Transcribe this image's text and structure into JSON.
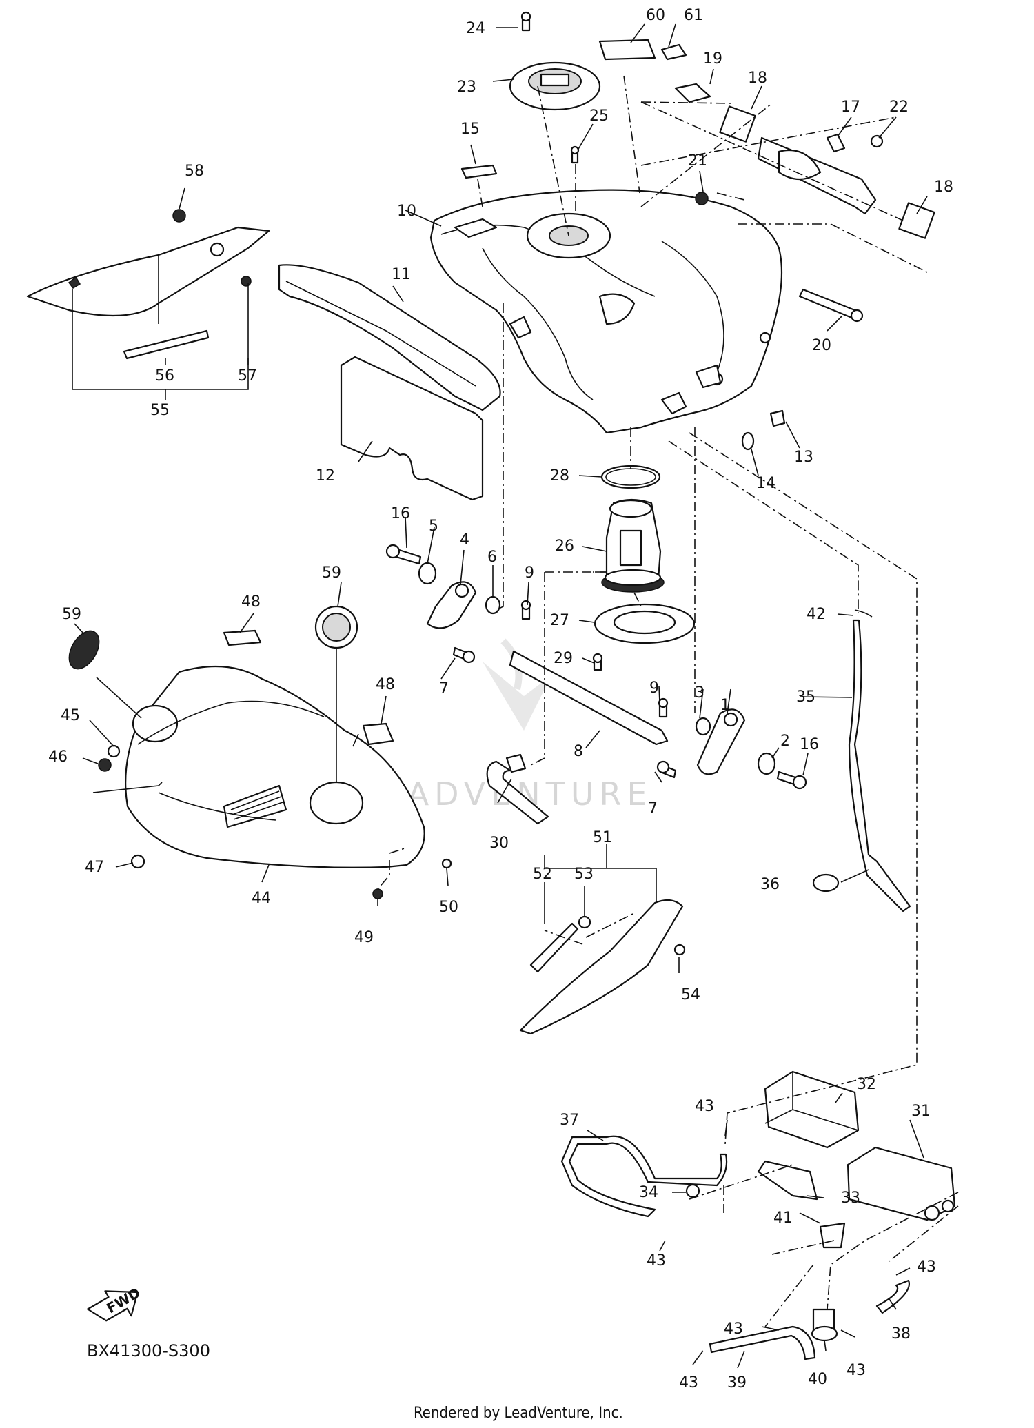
{
  "diagram": {
    "code": "BX41300-S300",
    "credit": "Rendered by LeadVenture, Inc.",
    "watermark": "LEADVENTURE",
    "forward_label": "FWD"
  },
  "callouts": {
    "c1": "1",
    "c2": "2",
    "c3": "3",
    "c4": "4",
    "c5": "5",
    "c6": "6",
    "c7a": "7",
    "c7b": "7",
    "c8": "8",
    "c9a": "9",
    "c9b": "9",
    "c10": "10",
    "c11": "11",
    "c12": "12",
    "c13": "13",
    "c14": "14",
    "c15": "15",
    "c16a": "16",
    "c16b": "16",
    "c17": "17",
    "c18a": "18",
    "c18b": "18",
    "c19": "19",
    "c20": "20",
    "c21": "21",
    "c22": "22",
    "c23": "23",
    "c24": "24",
    "c25": "25",
    "c26": "26",
    "c27": "27",
    "c28": "28",
    "c29": "29",
    "c30": "30",
    "c31": "31",
    "c32": "32",
    "c33": "33",
    "c34": "34",
    "c35": "35",
    "c36": "36",
    "c37": "37",
    "c38": "38",
    "c39": "39",
    "c40": "40",
    "c41": "41",
    "c42": "42",
    "c43a": "43",
    "c43b": "43",
    "c43c": "43",
    "c43d": "43",
    "c43e": "43",
    "c43f": "43",
    "c44": "44",
    "c45": "45",
    "c46": "46",
    "c47": "47",
    "c48a": "48",
    "c48b": "48",
    "c49": "49",
    "c50": "50",
    "c51": "51",
    "c52": "52",
    "c53": "53",
    "c54": "54",
    "c55": "55",
    "c56": "56",
    "c57": "57",
    "c58": "58",
    "c59a": "59",
    "c59b": "59",
    "c60": "60",
    "c61": "61"
  }
}
